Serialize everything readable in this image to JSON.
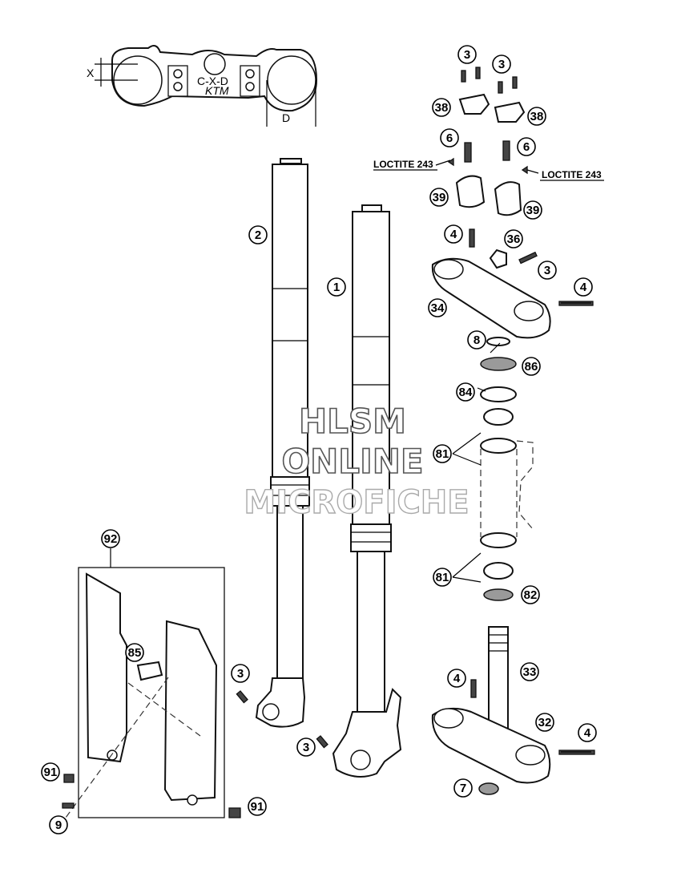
{
  "diagram": {
    "callouts": [
      {
        "id": "c-3a",
        "label": "3"
      },
      {
        "id": "c-3b",
        "label": "3"
      },
      {
        "id": "c-38a",
        "label": "38"
      },
      {
        "id": "c-38b",
        "label": "38"
      },
      {
        "id": "c-6a",
        "label": "6"
      },
      {
        "id": "c-6b",
        "label": "6"
      },
      {
        "id": "c-39a",
        "label": "39"
      },
      {
        "id": "c-39b",
        "label": "39"
      },
      {
        "id": "c-4a",
        "label": "4"
      },
      {
        "id": "c-36",
        "label": "36"
      },
      {
        "id": "c-3c",
        "label": "3"
      },
      {
        "id": "c-4b",
        "label": "4"
      },
      {
        "id": "c-34",
        "label": "34"
      },
      {
        "id": "c-8",
        "label": "8"
      },
      {
        "id": "c-86",
        "label": "86"
      },
      {
        "id": "c-84",
        "label": "84"
      },
      {
        "id": "c-81a",
        "label": "81"
      },
      {
        "id": "c-81b",
        "label": "81"
      },
      {
        "id": "c-82",
        "label": "82"
      },
      {
        "id": "c-2",
        "label": "2"
      },
      {
        "id": "c-1",
        "label": "1"
      },
      {
        "id": "c-92",
        "label": "92"
      },
      {
        "id": "c-85",
        "label": "85"
      },
      {
        "id": "c-3d",
        "label": "3"
      },
      {
        "id": "c-3e",
        "label": "3"
      },
      {
        "id": "c-91a",
        "label": "91"
      },
      {
        "id": "c-9",
        "label": "9"
      },
      {
        "id": "c-91b",
        "label": "91"
      },
      {
        "id": "c-4c",
        "label": "4"
      },
      {
        "id": "c-33",
        "label": "33"
      },
      {
        "id": "c-32",
        "label": "32"
      },
      {
        "id": "c-4d",
        "label": "4"
      },
      {
        "id": "c-7",
        "label": "7"
      }
    ],
    "loctite_left": "LOCTITE 243",
    "loctite_right": "LOCTITE 243",
    "dim_x": "X",
    "dim_d": "D",
    "clamp_marking": "C-X-D",
    "clamp_brand": "KTM",
    "watermark": {
      "line1": "HLSM",
      "line2": "ONLINE",
      "line3": "MICROFICHE"
    }
  }
}
